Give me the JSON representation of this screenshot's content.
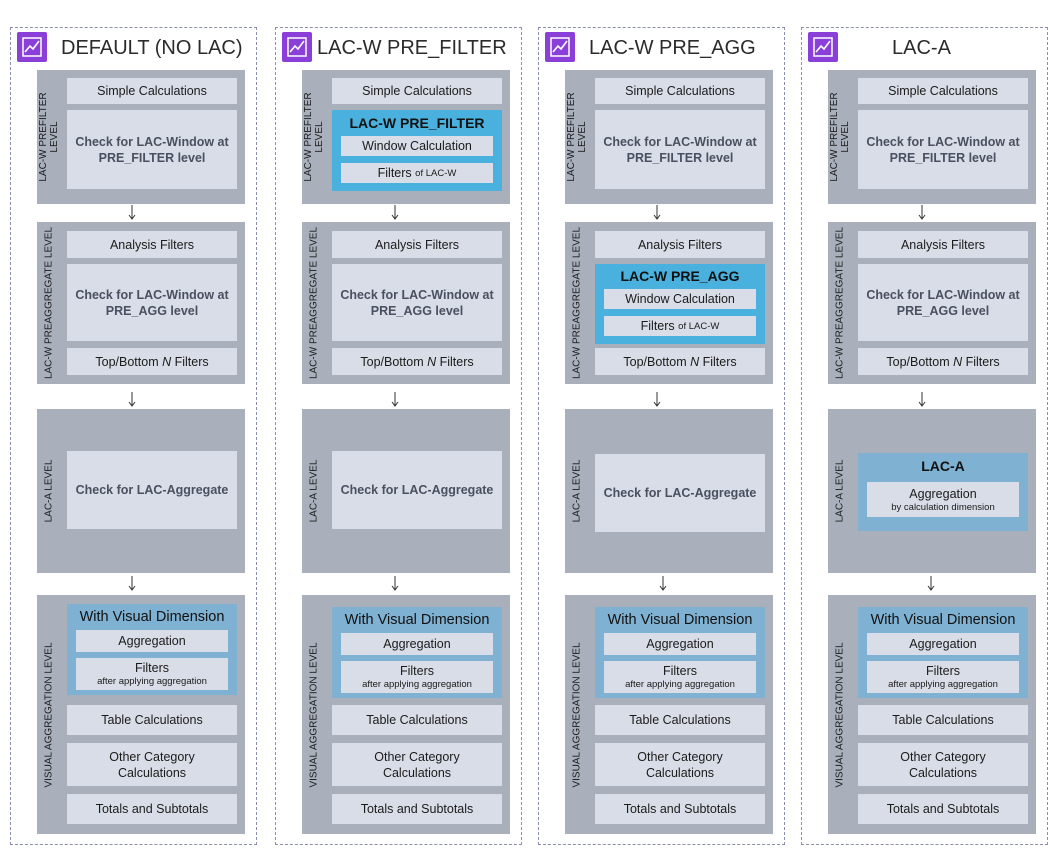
{
  "columns": [
    {
      "title": "DEFAULT (NO LAC)",
      "prefilter": {
        "label": "LAC-W PREFILTER LEVEL",
        "simple": "Simple Calculations",
        "check": "Check for LAC-Window at PRE_FILTER level"
      },
      "preagg": {
        "label": "LAC-W PREAGGREGATE LEVEL",
        "analysis": "Analysis Filters",
        "check": "Check for LAC-Window at PRE_AGG level",
        "topn_pre": "Top/Bottom ",
        "topn_n": "N",
        "topn_post": " Filters"
      },
      "laca": {
        "label": "LAC-A LEVEL",
        "check": "Check for LAC-Aggregate"
      },
      "visual": {
        "label": "VISUAL AGGREGATION LEVEL",
        "title": "With Visual Dimension",
        "aggregation": "Aggregation",
        "filters": "Filters",
        "filters_sub": "after applying aggregation",
        "table": "Table Calculations",
        "other": "Other Category Calculations",
        "totals": "Totals and Subtotals"
      }
    },
    {
      "title": "LAC-W PRE_FILTER",
      "prefilter": {
        "label": "LAC-W PREFILTER LEVEL",
        "simple": "Simple Calculations",
        "hl_title": "LAC-W PRE_FILTER",
        "window": "Window Calculation",
        "filters": "Filters",
        "filters_of": "of LAC-W"
      },
      "preagg": {
        "label": "LAC-W PREAGGREGATE LEVEL",
        "analysis": "Analysis Filters",
        "check": "Check for LAC-Window at PRE_AGG level",
        "topn_pre": "Top/Bottom ",
        "topn_n": "N",
        "topn_post": " Filters"
      },
      "laca": {
        "label": "LAC-A LEVEL",
        "check": "Check for LAC-Aggregate"
      },
      "visual": {
        "label": "VISUAL AGGREGATION LEVEL",
        "title": "With Visual Dimension",
        "aggregation": "Aggregation",
        "filters": "Filters",
        "filters_sub": "after applying aggregation",
        "table": "Table Calculations",
        "other": "Other Category Calculations",
        "totals": "Totals and Subtotals"
      }
    },
    {
      "title": "LAC-W PRE_AGG",
      "prefilter": {
        "label": "LAC-W PREFILTER LEVEL",
        "simple": "Simple Calculations",
        "check": "Check for LAC-Window at PRE_FILTER level"
      },
      "preagg": {
        "label": "LAC-W PREAGGREGATE LEVEL",
        "analysis": "Analysis Filters",
        "hl_title": "LAC-W PRE_AGG",
        "window": "Window Calculation",
        "filters": "Filters",
        "filters_of": "of LAC-W",
        "topn_pre": "Top/Bottom ",
        "topn_n": "N",
        "topn_post": " Filters"
      },
      "laca": {
        "label": "LAC-A LEVEL",
        "check": "Check for LAC-Aggregate"
      },
      "visual": {
        "label": "VISUAL AGGREGATION LEVEL",
        "title": "With Visual Dimension",
        "aggregation": "Aggregation",
        "filters": "Filters",
        "filters_sub": "after applying aggregation",
        "table": "Table Calculations",
        "other": "Other Category Calculations",
        "totals": "Totals and Subtotals"
      }
    },
    {
      "title": "LAC-A",
      "prefilter": {
        "label": "LAC-W PREFILTER LEVEL",
        "simple": "Simple Calculations",
        "check": "Check for LAC-Window at PRE_FILTER level"
      },
      "preagg": {
        "label": "LAC-W PREAGGREGATE LEVEL",
        "analysis": "Analysis Filters",
        "check": "Check for LAC-Window at PRE_AGG level",
        "topn_pre": "Top/Bottom ",
        "topn_n": "N",
        "topn_post": " Filters"
      },
      "laca": {
        "label": "LAC-A LEVEL",
        "hl_title": "LAC-A",
        "aggregation": "Aggregation",
        "aggregation_sub": "by calculation dimension"
      },
      "visual": {
        "label": "VISUAL AGGREGATION LEVEL",
        "title": "With Visual Dimension",
        "aggregation": "Aggregation",
        "filters": "Filters",
        "filters_sub": "after applying aggregation",
        "table": "Table Calculations",
        "other": "Other Category Calculations",
        "totals": "Totals and Subtotals"
      }
    }
  ],
  "colors": {
    "icon": "#8a3fd8",
    "highlight": "#4ab0de",
    "visual_group": "#7fb1d2",
    "level_bg": "#a9b0bc",
    "box_bg": "#d8dde7"
  },
  "icon_name": "chart-line-icon"
}
